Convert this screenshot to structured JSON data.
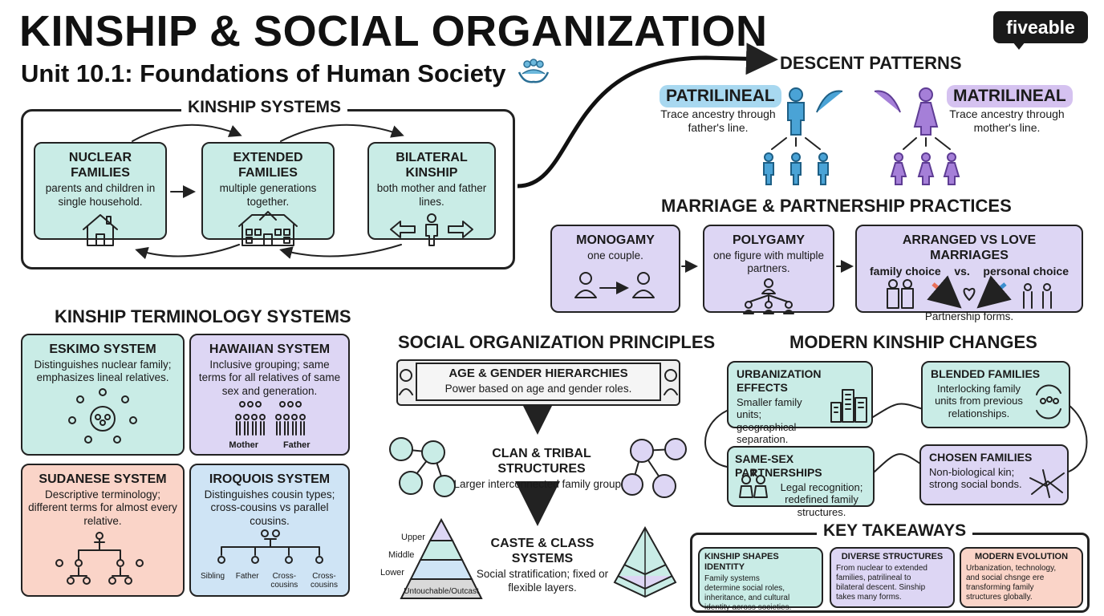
{
  "header": {
    "title": "KINSHIP & SOCIAL ORGANIZATION",
    "subtitle": "Unit 10.1: Foundations of Human Society",
    "logo": "fiveable"
  },
  "kinship_systems": {
    "title": "KINSHIP SYSTEMS",
    "items": [
      {
        "title": "NUCLEAR FAMILIES",
        "text": "parents and children in single household.",
        "icon": "house-icon"
      },
      {
        "title": "EXTENDED FAMILIES",
        "text": "multiple generations together.",
        "icon": "large-house-icon"
      },
      {
        "title": "BILATERAL KINSHIP",
        "text": "both mother and father lines.",
        "icon": "person-arrows-icon"
      }
    ]
  },
  "descent_patterns": {
    "title": "DESCENT PATTERNS",
    "patrilineal": {
      "label": "PATRILINEAL",
      "text": "Trace ancestry through father's line."
    },
    "matrilineal": {
      "label": "MATRILINEAL",
      "text": "Trace ancestry through mother's line."
    }
  },
  "marriage": {
    "title": "MARRIAGE & PARTNERSHIP PRACTICES",
    "monogamy": {
      "title": "MONOGAMY",
      "text": "one couple."
    },
    "polygamy": {
      "title": "POLYGAMY",
      "text": "one figure with multiple partners."
    },
    "arranged": {
      "title": "ARRANGED VS LOVE MARRIAGES",
      "left": "family choice",
      "vs": "vs.",
      "right": "personal choice",
      "footer": "Partnership forms."
    }
  },
  "terminology": {
    "title": "KINSHIP TERMINOLOGY SYSTEMS",
    "eskimo": {
      "title": "ESKIMO SYSTEM",
      "text": "Distinguishes nuclear family; emphasizes lineal relatives."
    },
    "hawaiian": {
      "title": "HAWAIIAN SYSTEM",
      "text": "Inclusive grouping; same terms for all relatives of same sex and generation.",
      "label_left": "Mother",
      "label_right": "Father"
    },
    "sudanese": {
      "title": "SUDANESE SYSTEM",
      "text": "Descriptive terminology; different terms for almost every relative."
    },
    "iroquois": {
      "title": "IROQUOIS SYSTEM",
      "text": "Distinguishes cousin types; cross-cousins vs parallel cousins.",
      "labels": [
        "Sibling",
        "Father",
        "Cross-cousins",
        "Cross-cousins"
      ]
    }
  },
  "social_org": {
    "title": "SOCIAL ORGANIZATION PRINCIPLES",
    "age_gender": {
      "title": "AGE & GENDER HIERARCHIES",
      "text": "Power based on age and gender roles."
    },
    "clan": {
      "title": "CLAN & TRIBAL STRUCTURES",
      "text": "Larger interconnected family groups."
    },
    "caste": {
      "title": "CASTE & CLASS SYSTEMS",
      "text": "Social stratification; fixed or flexible layers."
    },
    "pyramid_labels": [
      "Upper",
      "Middle",
      "Lower"
    ],
    "pyramid_base": "Untouchable/Outcast"
  },
  "modern": {
    "title": "MODERN KINSHIP CHANGES",
    "urbanization": {
      "title": "URBANIZATION EFFECTS",
      "text": "Smaller family units; geographical separation."
    },
    "blended": {
      "title": "BLENDED FAMILIES",
      "text": "Interlocking family units from previous relationships."
    },
    "same_sex": {
      "title": "SAME-SEX PARTNERSHIPS",
      "text": "Legal recognition; redefined family structures."
    },
    "chosen": {
      "title": "CHOSEN FAMILIES",
      "text": "Non-biological kin; strong social bonds."
    }
  },
  "takeaways": {
    "title": "KEY TAKEAWAYS",
    "items": [
      {
        "title": "KINSHIP SHAPES IDENTITY",
        "text": "Family systems determine social roles, inheritance, and cultural identity across societies."
      },
      {
        "title": "DIVERSE STRUCTURES",
        "text": "From nuclear to extended families, patrilineal to bilateral descent. Sinship takes many forms."
      },
      {
        "title": "MODERN EVOLUTION",
        "text": "Urbanization, technology, and social chsnge ere transforming family structures globally."
      }
    ]
  },
  "colors": {
    "teal": "#c9ece6",
    "purple": "#ddd6f4",
    "peach": "#fad4c8",
    "blue": "#cfe4f5",
    "patri": "#4aa3d6",
    "matri": "#a57fd8"
  }
}
